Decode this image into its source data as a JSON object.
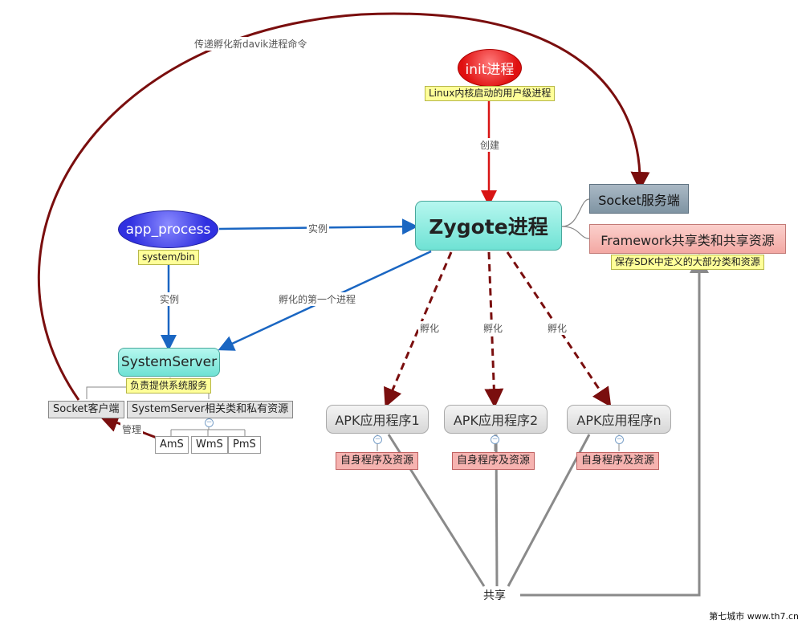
{
  "nodes": {
    "init": "init进程",
    "init_note": "Linux内核启动的用户级进程",
    "zygote": "Zygote进程",
    "app_process": "app_process",
    "app_process_note": "system/bin",
    "socket_server": "Socket服务端",
    "framework": "Framework共享类和共享资源",
    "framework_note": "保存SDK中定义的大部分类和资源",
    "system_server": "SystemServer",
    "system_server_note": "负责提供系统服务",
    "socket_client": "Socket客户端",
    "ss_resources": "SystemServer相关类和私有资源",
    "ams": "AmS",
    "wms": "WmS",
    "pms": "PmS",
    "apk1": "APK应用程序1",
    "apk2": "APK应用程序2",
    "apkn": "APK应用程序n",
    "own_res": "自身程序及资源",
    "share": "共享"
  },
  "edges": {
    "pass_cmd": "传递孵化新davik进程命令",
    "create": "创建",
    "instance": "实例",
    "first_hatch": "孵化的第一个进程",
    "hatch": "孵化",
    "manage": "管理"
  },
  "colors": {
    "dark_red": "#7a0e0e",
    "red": "#d81414",
    "blue": "#1a66c2",
    "gray": "#8a8a8a",
    "teal": "#8eeae0"
  },
  "watermark": "第七城市 www.th7.cn"
}
